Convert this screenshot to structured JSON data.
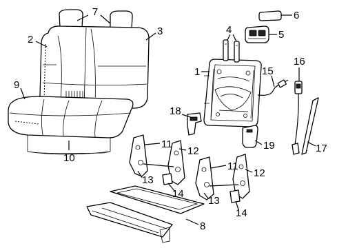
{
  "diagram": {
    "callouts": [
      {
        "id": "c1",
        "text": "1"
      },
      {
        "id": "c2",
        "text": "2"
      },
      {
        "id": "c3",
        "text": "3"
      },
      {
        "id": "c4",
        "text": "4"
      },
      {
        "id": "c5",
        "text": "5"
      },
      {
        "id": "c6",
        "text": "6"
      },
      {
        "id": "c7",
        "text": "7"
      },
      {
        "id": "c8",
        "text": "8"
      },
      {
        "id": "c9",
        "text": "9"
      },
      {
        "id": "c10",
        "text": "10"
      },
      {
        "id": "c11a",
        "text": "11"
      },
      {
        "id": "c11b",
        "text": "11"
      },
      {
        "id": "c12a",
        "text": "12"
      },
      {
        "id": "c12b",
        "text": "12"
      },
      {
        "id": "c13a",
        "text": "13"
      },
      {
        "id": "c13b",
        "text": "13"
      },
      {
        "id": "c14a",
        "text": "14"
      },
      {
        "id": "c14b",
        "text": "14"
      },
      {
        "id": "c15",
        "text": "15"
      },
      {
        "id": "c16",
        "text": "16"
      },
      {
        "id": "c17",
        "text": "17"
      },
      {
        "id": "c18",
        "text": "18"
      },
      {
        "id": "c19",
        "text": "19"
      }
    ],
    "colors": {
      "line": "#000000",
      "background": "#ffffff"
    }
  }
}
